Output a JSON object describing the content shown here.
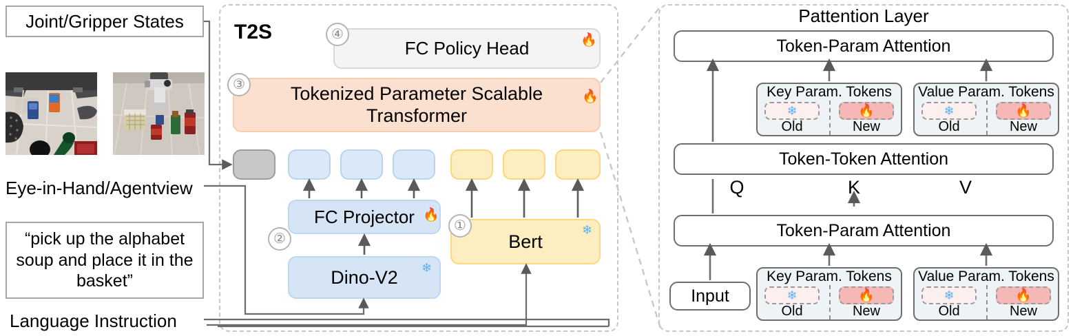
{
  "left": {
    "joint_states_label": "Joint/Gripper States",
    "camera_label": "Eye-in-Hand/Agentview",
    "instruction_text": "“pick up the alphabet soup and place it in the basket”",
    "language_label": "Language Instruction"
  },
  "t2s": {
    "title": "T2S",
    "policy_head": {
      "label": "FC Policy Head",
      "badge": "④",
      "state_icon": "fire-icon"
    },
    "transformer": {
      "label": "Tokenized  Parameter  Scalable Transformer",
      "badge": "③",
      "state_icon": "fire-icon"
    },
    "projector": {
      "label": "FC Projector",
      "state_icon": "fire-icon"
    },
    "vision_encoder": {
      "label": "Dino-V2",
      "state_icon": "snowflake-icon",
      "badge": "②"
    },
    "text_encoder": {
      "label": "Bert",
      "state_icon": "snowflake-icon",
      "badge": "①"
    }
  },
  "pattention": {
    "title": "Pattention Layer",
    "top_attention": "Token-Param Attention",
    "mid_attention": "Token-Token Attention",
    "bottom_attention": "Token-Param Attention",
    "input_label": "Input",
    "qkv": {
      "q": "Q",
      "k": "K",
      "v": "V"
    },
    "param_cards": [
      {
        "title": "Key Param. Tokens",
        "old_label": "Old",
        "new_label": "New",
        "old_icon": "snowflake-icon",
        "new_icon": "fire-icon"
      },
      {
        "title": "Value Param. Tokens",
        "old_label": "Old",
        "new_label": "New",
        "old_icon": "snowflake-icon",
        "new_icon": "fire-icon"
      },
      {
        "title": "Key Param. Tokens",
        "old_label": "Old",
        "new_label": "New",
        "old_icon": "snowflake-icon",
        "new_icon": "fire-icon"
      },
      {
        "title": "Value Param. Tokens",
        "old_label": "Old",
        "new_label": "New",
        "old_icon": "snowflake-icon",
        "new_icon": "fire-icon"
      }
    ]
  },
  "icons": {
    "fire": "🔥",
    "snowflake": "❄"
  },
  "colors": {
    "orange_block": "#fbe0cf",
    "blue_block": "#d6e5f5",
    "yellow_block": "#fdeec2",
    "fire": "#e02020",
    "snow": "#5fb3f0",
    "new_chip": "#f6b7b7",
    "old_chip": "#fbeff0"
  }
}
